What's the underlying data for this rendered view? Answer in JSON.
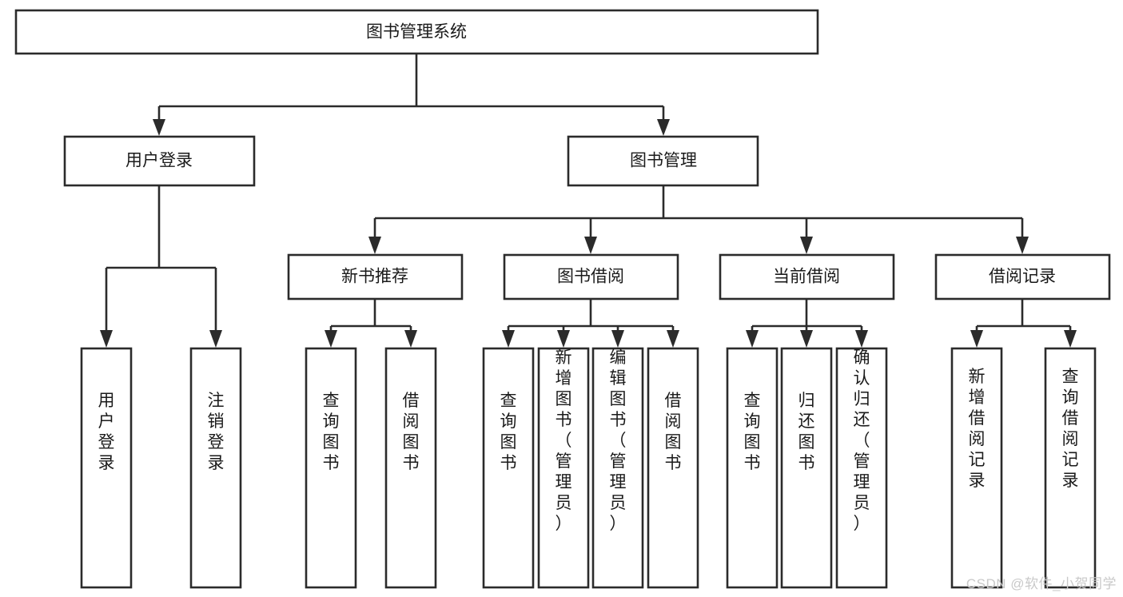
{
  "diagram": {
    "type": "hierarchy-tree",
    "title": "图书管理系统",
    "watermark": "CSDN @软件_小贺同学",
    "colors": {
      "stroke": "#2b2b2b",
      "fill": "#ffffff",
      "text": "#1a1a1a",
      "watermark": "#c9c9c9"
    },
    "root": {
      "label": "图书管理系统"
    },
    "level2": [
      {
        "label": "用户登录"
      },
      {
        "label": "图书管理"
      }
    ],
    "level3": [
      {
        "label": "新书推荐"
      },
      {
        "label": "图书借阅"
      },
      {
        "label": "当前借阅"
      },
      {
        "label": "借阅记录"
      }
    ],
    "leaves": {
      "user_login": [
        {
          "label": "用户登录"
        },
        {
          "label": "注销登录"
        }
      ],
      "new_book": [
        {
          "label": "查询图书"
        },
        {
          "label": "借阅图书"
        }
      ],
      "book_borrow": [
        {
          "label": "查询图书"
        },
        {
          "label": "新增图书（管理员）"
        },
        {
          "label": "编辑图书（管理员）"
        },
        {
          "label": "借阅图书"
        }
      ],
      "current_borrow": [
        {
          "label": "查询图书"
        },
        {
          "label": "归还图书"
        },
        {
          "label": "确认归还（管理员）"
        }
      ],
      "borrow_record": [
        {
          "label": "新增借阅记录"
        },
        {
          "label": "查询借阅记录"
        }
      ]
    }
  }
}
